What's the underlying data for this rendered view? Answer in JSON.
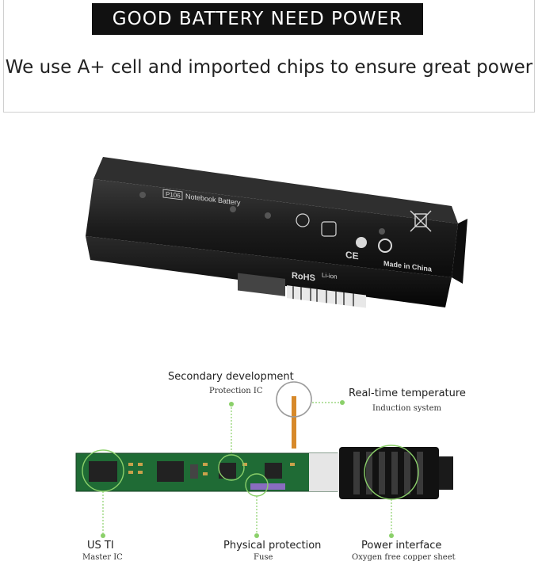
{
  "header": {
    "banner": "GOOD BATTERY NEED POWER",
    "tagline": "We use A+ cell and imported chips to ensure great power"
  },
  "battery": {
    "model_label": "P106",
    "title": "Notebook Battery",
    "origin": "Made in China",
    "certifications": [
      "RoHS",
      "CE",
      "Li-ion"
    ]
  },
  "callouts": {
    "secondary_development": {
      "title": "Secondary development",
      "sub": "Protection IC"
    },
    "realtime_temperature": {
      "title": "Real-time temperature",
      "sub": "Induction system"
    },
    "us_ti": {
      "title": "US TI",
      "sub": "Master IC"
    },
    "physical_protection": {
      "title": "Physical protection",
      "sub": "Fuse"
    },
    "power_interface": {
      "title": "Power interface",
      "sub": "Oxygen free copper sheet"
    }
  },
  "colors": {
    "banner_bg": "#111111",
    "pcb_green": "#1f6b35",
    "callout_line": "#8bd06a"
  }
}
